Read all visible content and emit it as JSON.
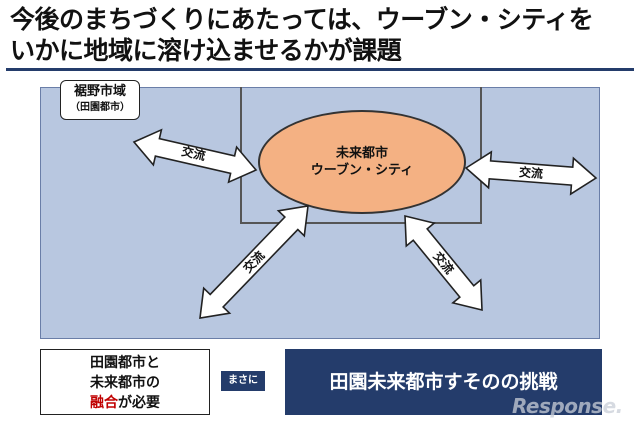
{
  "title": {
    "line1": "今後のまちづくりにあたっては、ウーブン・シティを",
    "line2": "いかに地域に溶け込ませるかが課題"
  },
  "region": {
    "name": "裾野市域",
    "sub": "（田園都市）"
  },
  "city": {
    "line1": "未来都市",
    "line2": "ウーブン・シティ"
  },
  "arrows": [
    {
      "label": "交流"
    },
    {
      "label": "交流"
    },
    {
      "label": "交流"
    },
    {
      "label": "交流"
    }
  ],
  "note": {
    "line1": "田園都市と",
    "line2": "未来都市の",
    "accent": "融合",
    "suffix": "が必要"
  },
  "tag": "まさに",
  "banner": "田園未来都市すそのの挑戦",
  "watermark": "Response.",
  "colors": {
    "navy": "#243c6b",
    "region_fill": "#b8c7e0",
    "city_fill": "#f4b183",
    "accent_red": "#c00000"
  }
}
